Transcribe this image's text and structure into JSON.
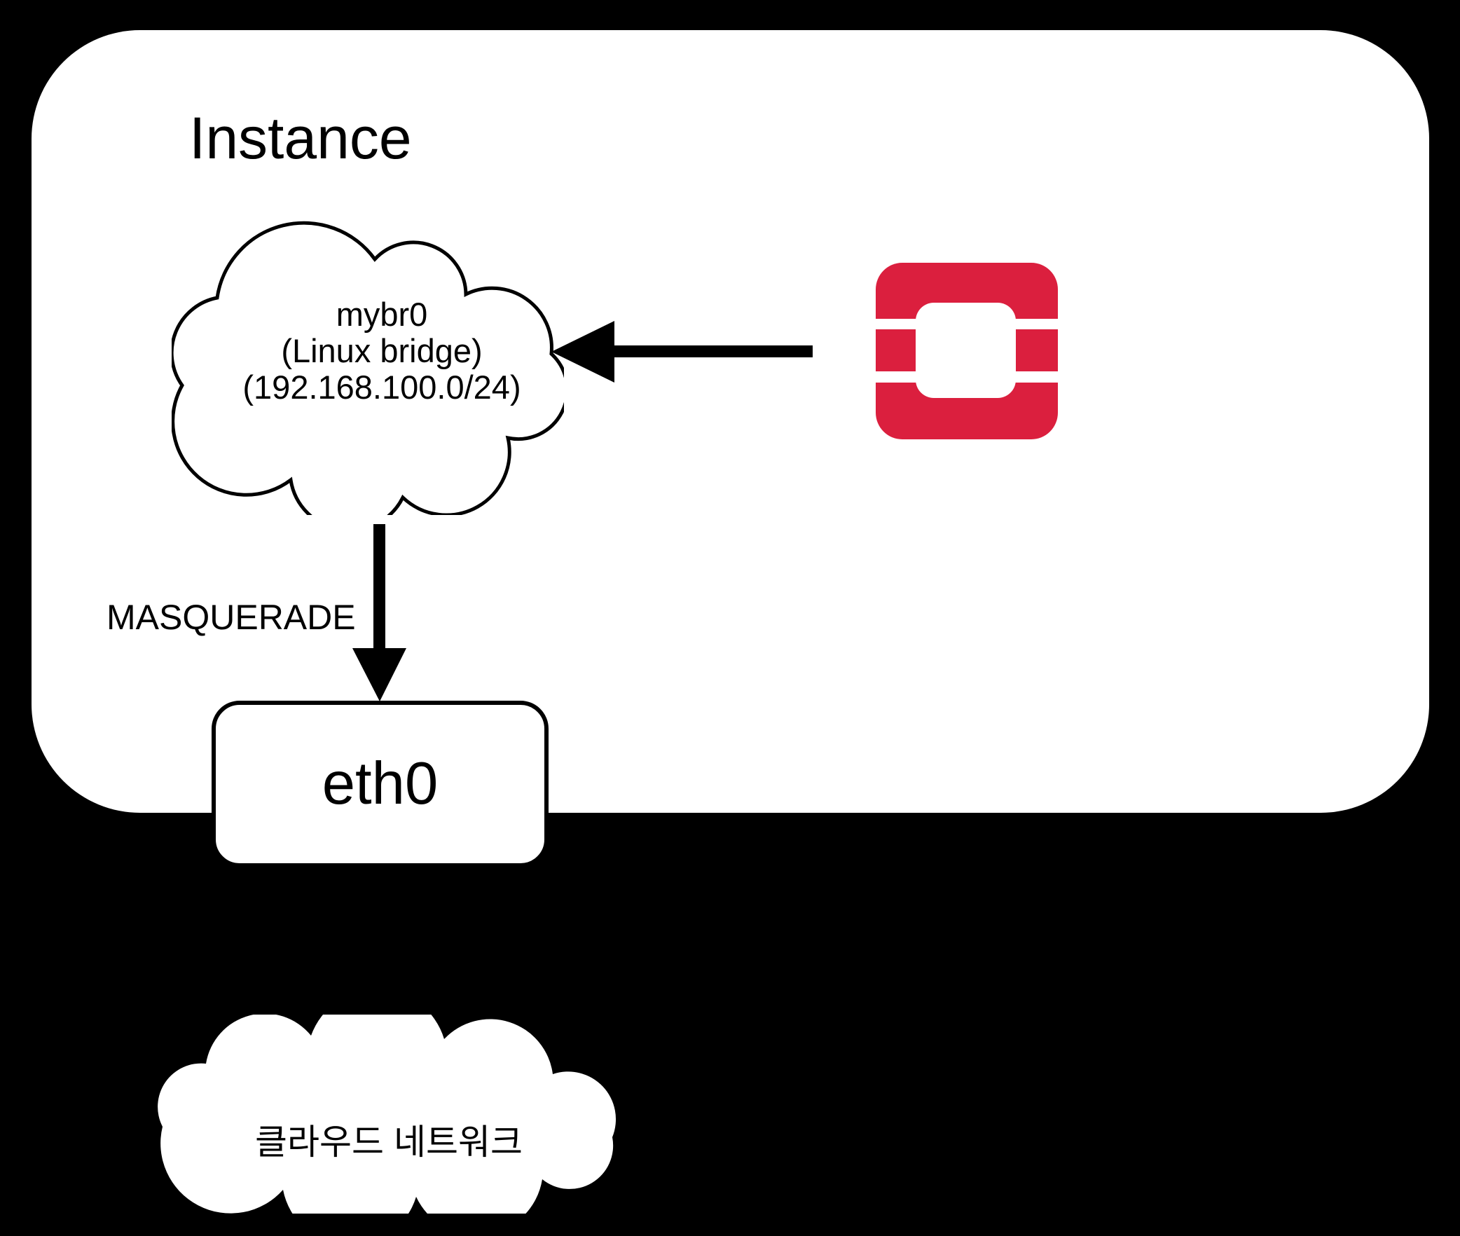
{
  "colors": {
    "background": "#000000",
    "surface": "#ffffff",
    "ink": "#000000",
    "openstack_red": "#DB1F3E"
  },
  "instance": {
    "title": "Instance"
  },
  "bridge_cloud": {
    "line1": "mybr0",
    "line2": "(Linux bridge)",
    "line3": "(192.168.100.0/24)"
  },
  "nat": {
    "label": "MASQUERADE"
  },
  "interface_box": {
    "label": "eth0"
  },
  "external_cloud": {
    "label": "클라우드 네트워크"
  },
  "icons": {
    "openstack_logo": "openstack-logo",
    "arrow_left": "arrow-left-icon",
    "arrow_down": "arrow-down-icon"
  }
}
